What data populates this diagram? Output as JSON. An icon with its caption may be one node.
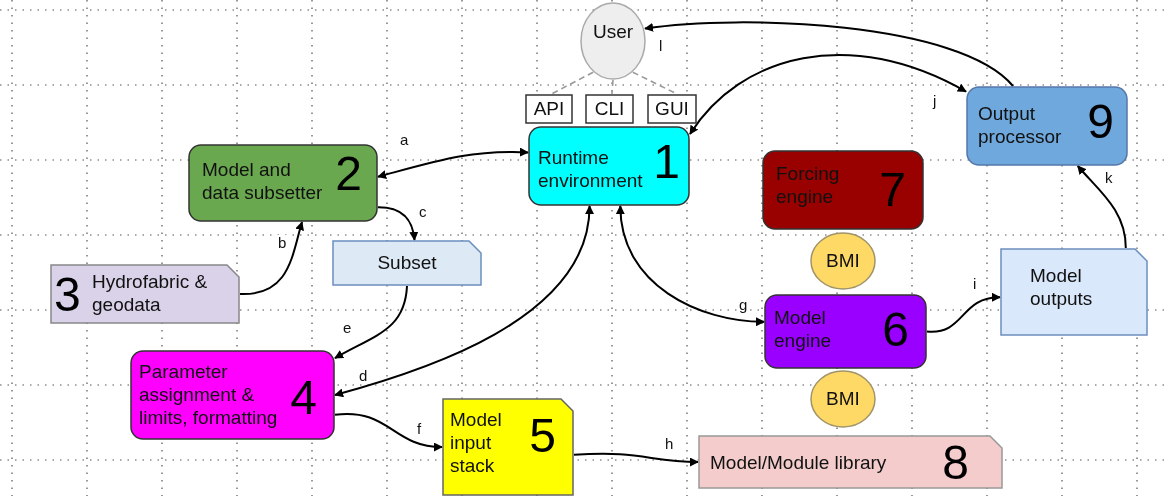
{
  "diagram": {
    "nodes": [
      {
        "text": [
          "User"
        ]
      },
      {
        "text": [
          "API"
        ]
      },
      {
        "text": [
          "CLI"
        ]
      },
      {
        "text": [
          "GUI"
        ]
      },
      {
        "text": [
          "Runtime environment",
          "1"
        ]
      },
      {
        "text": [
          "Model and data subsetter",
          "2"
        ]
      },
      {
        "text": [
          "3",
          "Hydrofabric & geodata"
        ]
      },
      {
        "text": [
          "Subset"
        ]
      },
      {
        "text": [
          "Parameter assignment & limits, formatting",
          "4"
        ]
      },
      {
        "text": [
          "Model input stack",
          "5"
        ]
      },
      {
        "text": [
          "Forcing engine",
          "7"
        ]
      },
      {
        "text": [
          "BMI"
        ]
      },
      {
        "text": [
          "Model engine",
          "6"
        ]
      },
      {
        "text": [
          "BMI"
        ]
      },
      {
        "text": [
          "Model/Module library",
          "8"
        ]
      },
      {
        "text": [
          "Model outputs"
        ]
      },
      {
        "text": [
          "Output processor",
          "9"
        ]
      }
    ],
    "edges": [
      {
        "from": 0,
        "to": 1,
        "arrow": "none",
        "style": "dashed",
        "color": "#999999"
      },
      {
        "from": 0,
        "to": 2,
        "arrow": "none",
        "style": "dashed",
        "color": "#999999"
      },
      {
        "from": 0,
        "to": 3,
        "arrow": "none",
        "style": "dashed",
        "color": "#999999"
      },
      {
        "from": 5,
        "to": 4,
        "arrow": "both",
        "label": "a"
      },
      {
        "from": 6,
        "to": 5,
        "arrow": "to",
        "label": "b"
      },
      {
        "from": 5,
        "to": 7,
        "arrow": "to",
        "label": "c"
      },
      {
        "from": 4,
        "to": 8,
        "arrow": "both",
        "label": "d"
      },
      {
        "from": 7,
        "to": 8,
        "arrow": "to",
        "label": "e"
      },
      {
        "from": 8,
        "to": 9,
        "arrow": "to",
        "label": "f"
      },
      {
        "from": 4,
        "to": 12,
        "arrow": "both",
        "label": "g"
      },
      {
        "from": 9,
        "to": 14,
        "arrow": "to",
        "label": "h"
      },
      {
        "from": 12,
        "to": 15,
        "arrow": "to",
        "label": "i"
      },
      {
        "from": 16,
        "to": 4,
        "arrow": "both",
        "label": "j"
      },
      {
        "from": 15,
        "to": 16,
        "arrow": "to",
        "label": "k"
      },
      {
        "from": 16,
        "to": 0,
        "arrow": "to",
        "label": "l"
      }
    ]
  }
}
